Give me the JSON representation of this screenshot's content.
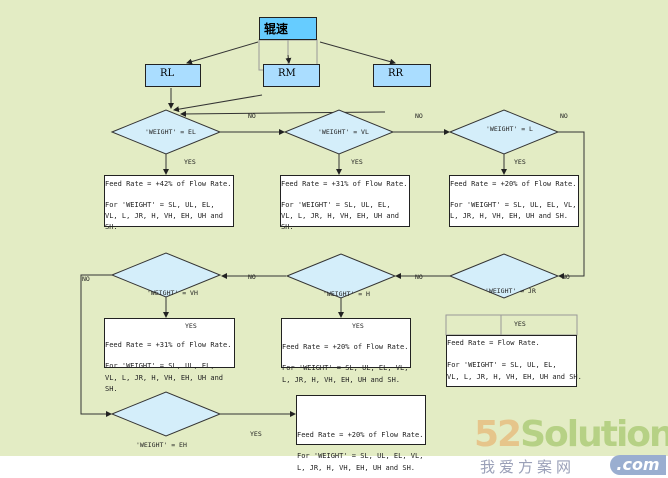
{
  "root": {
    "label": "辊速"
  },
  "rolls": [
    "RL",
    "RM",
    "RR"
  ],
  "decisions": [
    "'WEIGHT' = EL",
    "'WEIGHT' = VL",
    "'WEIGHT' = L",
    "'WEIGHT' = JR",
    "'WEIGHT' = H",
    "'WEIGHT' = VH",
    "'WEIGHT' = EH"
  ],
  "labels": {
    "yes": "YES",
    "no": "NO"
  },
  "results": [
    {
      "rate": "Feed Rate = +42% of Flow Rate.",
      "for": "For 'WEIGHT' = SL, UL, EL,",
      "for2": "VL, L, JR, H, VH, EH, UH and",
      "for3": "SH."
    },
    {
      "rate": "Feed Rate = +31% of Flow Rate.",
      "for": "For 'WEIGHT' = SL, UL, EL,",
      "for2": "VL, L, JR, H, VH, EH, UH and",
      "for3": "SH."
    },
    {
      "rate": "Feed Rate = +20% of Flow Rate.",
      "for": "For 'WEIGHT' = SL, UL, EL, VL,",
      "for2": "L, JR, H, VH, EH, UH and SH."
    },
    {
      "rate": "Feed Rate = +31% of Flow Rate.",
      "for": "For 'WEIGHT' = SL, UL, EL,",
      "for2": "VL, L, JR, H, VH, EH, UH and",
      "for3": "SH."
    },
    {
      "rate": "Feed Rate = +20% of Flow Rate.",
      "for": "For 'WEIGHT' = SL, UL, EL, VL,",
      "for2": "L, JR, H, VH, EH, UH and SH."
    },
    {
      "rate": "Feed Rate = Flow Rate.",
      "for": "For 'WEIGHT' = SL, UL, EL,",
      "for2": "VL, L, JR, H, VH, EH, UH and SH."
    },
    {
      "rate": "Feed Rate = +20% of Flow Rate.",
      "for": "For 'WEIGHT' = SL, UL, EL, VL,",
      "for2": "L, JR, H, VH, EH, UH and SH."
    }
  ],
  "watermark": {
    "brand": "52Solution",
    "cn": "我爱方案网",
    "com": ".com"
  },
  "colors": {
    "root": "#66ccff",
    "roll": "#aaddff",
    "diamond": "#d4eefa",
    "bg": "#e3ecc4"
  }
}
